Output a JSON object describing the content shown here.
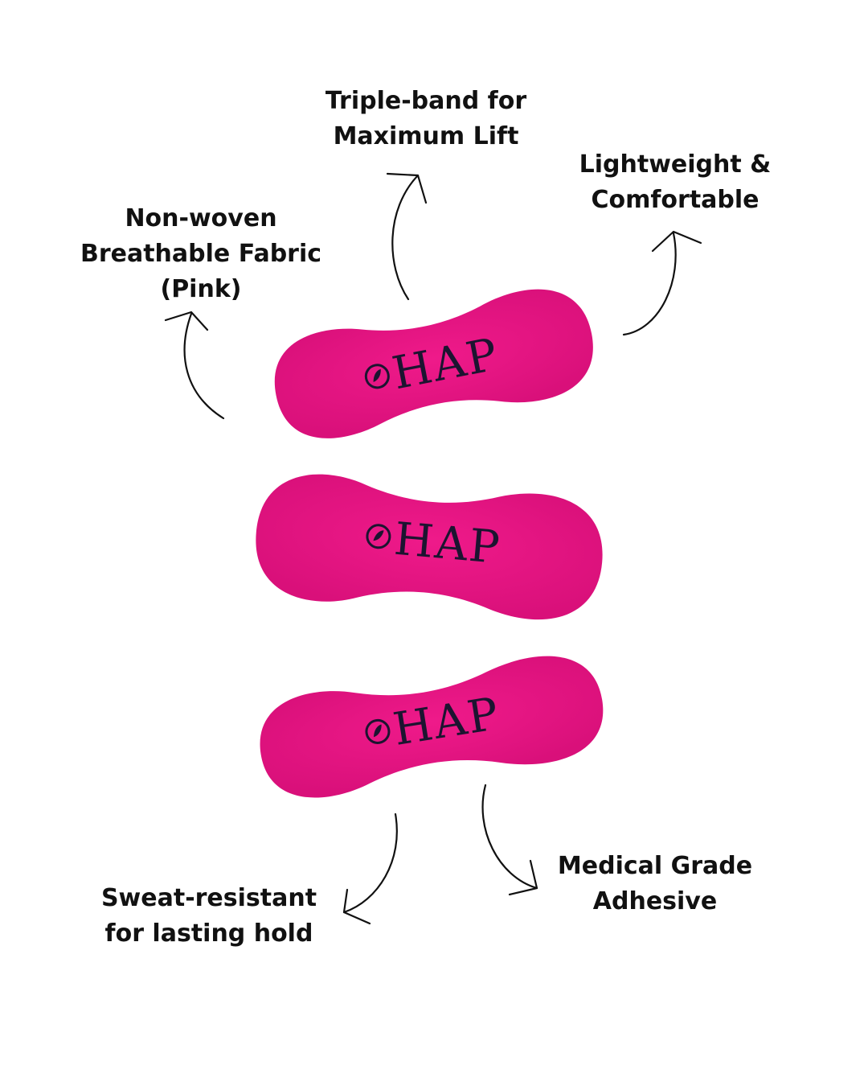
{
  "colors": {
    "pad": "#e5137f",
    "pad_shadow": "#c40e6a",
    "ink": "#1c1430",
    "text": "#111111",
    "background": "#ffffff"
  },
  "pads": [
    {
      "brand": "HAP",
      "logo_icon": "leaf-circle-icon"
    },
    {
      "brand": "HAP",
      "logo_icon": "leaf-circle-icon"
    },
    {
      "brand": "HAP",
      "logo_icon": "leaf-circle-icon"
    }
  ],
  "callouts": {
    "triple": {
      "line1": "Triple-band for",
      "line2": "Maximum Lift"
    },
    "light": {
      "line1": "Lightweight &",
      "line2": "Comfortable"
    },
    "nonwoven": {
      "line1": "Non-woven",
      "line2": "Breathable Fabric",
      "line3": "(Pink)"
    },
    "medical": {
      "line1": "Medical Grade",
      "line2": "Adhesive"
    },
    "sweat": {
      "line1": "Sweat-resistant",
      "line2": "for lasting hold"
    }
  }
}
